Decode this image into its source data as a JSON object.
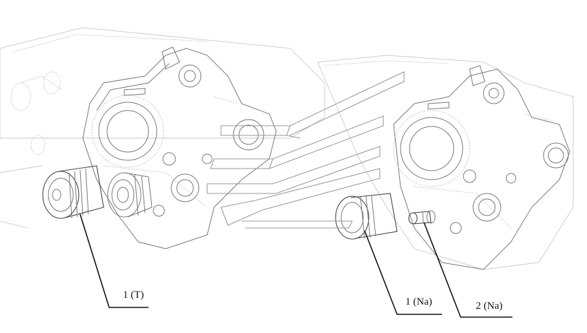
{
  "callouts": [
    {
      "id": "filter-left",
      "label": "1 (T)"
    },
    {
      "id": "filter-right",
      "label": "1 (Na)"
    },
    {
      "id": "fitting-right",
      "label": "2 (Na)"
    }
  ],
  "colors": {
    "line_faint": "#c9c9c9",
    "line_part": "#777777",
    "leader": "#111111",
    "watermark": "#9a9a9a"
  }
}
